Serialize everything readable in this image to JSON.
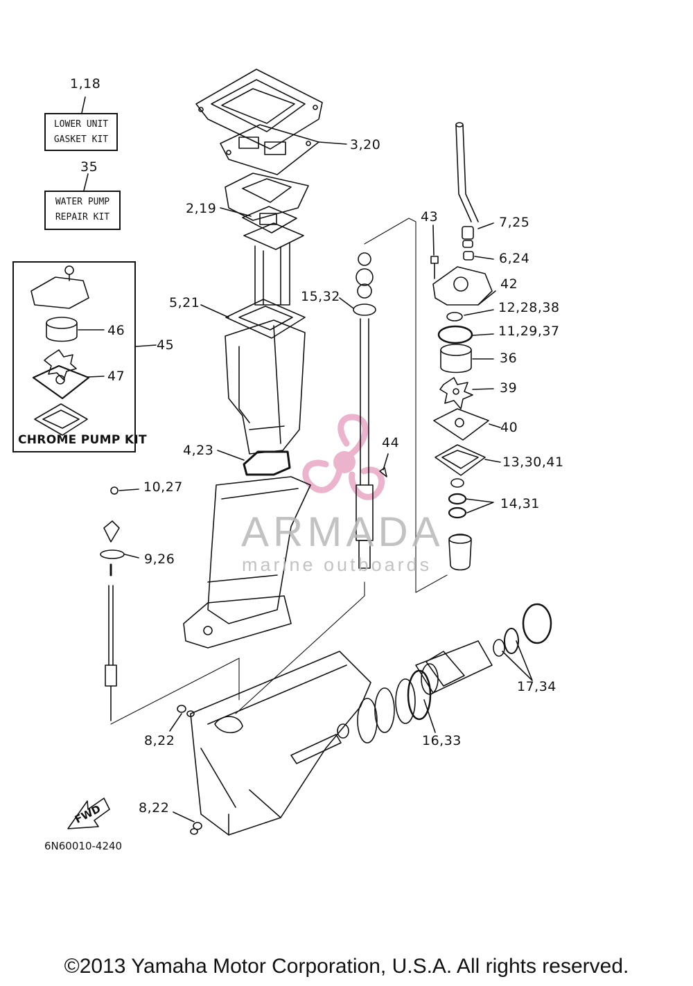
{
  "kits": {
    "lower_unit": {
      "ref": "1,18",
      "line1": "LOWER UNIT",
      "line2": "GASKET KIT"
    },
    "water_pump": {
      "ref": "35",
      "line1": "WATER PUMP",
      "line2": "REPAIR KIT"
    },
    "chrome_pump": {
      "ref": "45",
      "label": "CHROME PUMP KIT"
    }
  },
  "callouts": {
    "c3_20": "3,20",
    "c2_19": "2,19",
    "c5_21": "5,21",
    "c4_23": "4,23",
    "c10_27": "10,27",
    "c9_26": "9,26",
    "c8_22a": "8,22",
    "c8_22b": "8,22",
    "c15_32": "15,32",
    "c44": "44",
    "c43": "43",
    "c7_25": "7,25",
    "c6_24": "6,24",
    "c42": "42",
    "c12_28_38": "12,28,38",
    "c11_29_37": "11,29,37",
    "c36": "36",
    "c39": "39",
    "c40": "40",
    "c13_30_41": "13,30,41",
    "c14_31": "14,31",
    "c17_34": "17,34",
    "c16_33": "16,33",
    "c46": "46",
    "c47": "47"
  },
  "fwd_label": "FWD",
  "diagram_code": "6N60010-4240",
  "watermark": {
    "title": "ARMADA",
    "subtitle": "marine outboards",
    "accent": "#e8a6c4"
  },
  "copyright": "©2013 Yamaha Motor Corporation, U.S.A. All rights reserved."
}
